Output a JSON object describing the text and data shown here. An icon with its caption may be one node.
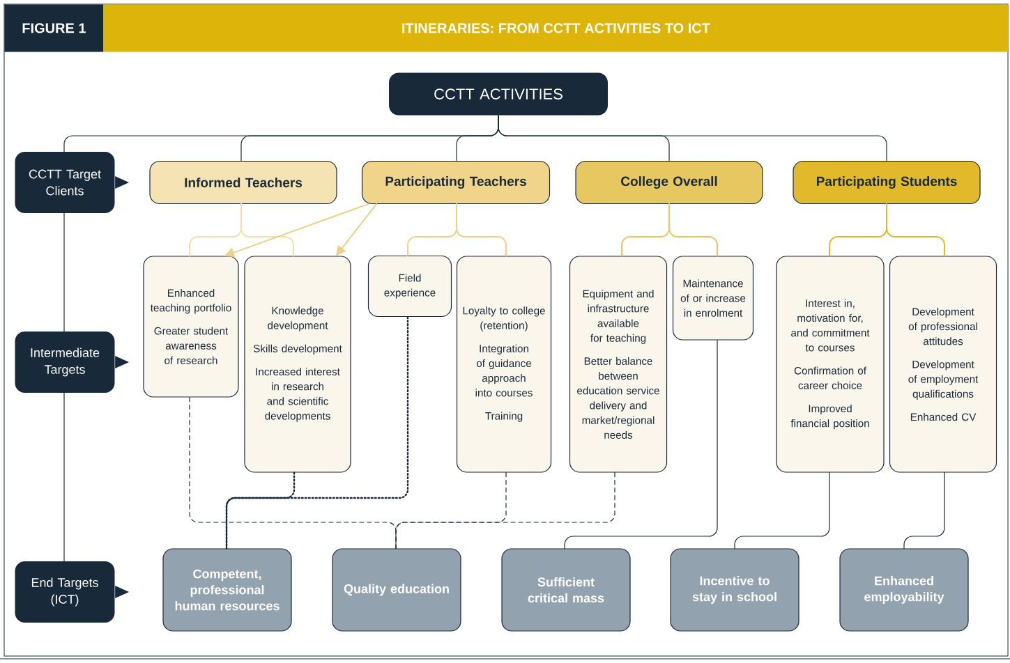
{
  "diagram": {
    "title": "ITINERARIES: FROM CCTT ACTIVITIES TO ICT",
    "nodes": [
      {
        "text": [
          "CCTT ACTIVITIES"
        ]
      },
      {
        "text": [
          "CCTT Target Clients"
        ]
      },
      {
        "text": [
          "Informed Teachers"
        ]
      },
      {
        "text": [
          "Participating Teachers"
        ]
      },
      {
        "text": [
          "College Overall"
        ]
      },
      {
        "text": [
          "Participating Students"
        ]
      },
      {
        "text": [
          "Intermediate Targets"
        ]
      },
      {
        "text": [
          "Enhanced teaching portfolio",
          "Greater student awareness of research"
        ]
      },
      {
        "text": [
          "Knowledge development",
          "Skills development",
          "Increased interest in research and scientific developments"
        ]
      },
      {
        "text": [
          "Field experience"
        ]
      },
      {
        "text": [
          "Loyalty to college (retention)",
          "Integration of guidance approach into courses",
          "Training"
        ]
      },
      {
        "text": [
          "Equipment and infrastructure available for teaching",
          "Better balance between education service delivery and market/regional needs"
        ]
      },
      {
        "text": [
          "Maintenance of or increase in enrolment"
        ]
      },
      {
        "text": [
          "Interest in, motivation for, and commitment to courses",
          "Confirmation of career choice",
          "Improved financial position"
        ]
      },
      {
        "text": [
          "Development of professional attitudes",
          "Development of employment qualifications",
          "Enhanced CV"
        ]
      },
      {
        "text": [
          "End Targets (ICT)"
        ]
      },
      {
        "text": [
          "Competent, professional human resources"
        ]
      },
      {
        "text": [
          "Quality education"
        ]
      },
      {
        "text": [
          "Sufficient critical mass"
        ]
      },
      {
        "text": [
          "Incentive to stay in school"
        ]
      },
      {
        "text": [
          "Enhanced employability"
        ]
      }
    ],
    "edges": [
      {
        "from": 0,
        "to": 1,
        "arrow": "none"
      },
      {
        "from": 0,
        "to": 2,
        "arrow": "none"
      },
      {
        "from": 0,
        "to": 3,
        "arrow": "none"
      },
      {
        "from": 0,
        "to": 4,
        "arrow": "none"
      },
      {
        "from": 0,
        "to": 5,
        "arrow": "none"
      },
      {
        "from": 1,
        "to": 6,
        "arrow": "none"
      },
      {
        "from": 6,
        "to": 15,
        "arrow": "none"
      },
      {
        "from": 2,
        "to": 7,
        "arrow": "none",
        "color": "#f3dfae"
      },
      {
        "from": 2,
        "to": 8,
        "arrow": "none",
        "color": "#f3dfae"
      },
      {
        "from": 3,
        "to": 9,
        "arrow": "none",
        "color": "#ecd087"
      },
      {
        "from": 3,
        "to": 10,
        "arrow": "none",
        "color": "#ecd087"
      },
      {
        "from": 3,
        "to": 7,
        "arrow": "to",
        "color": "#ecd087"
      },
      {
        "from": 3,
        "to": 8,
        "arrow": "to",
        "color": "#ecd087"
      },
      {
        "from": 4,
        "to": 11,
        "arrow": "none",
        "color": "#e8c75e"
      },
      {
        "from": 4,
        "to": 12,
        "arrow": "none",
        "color": "#e8c75e"
      },
      {
        "from": 5,
        "to": 13,
        "arrow": "none",
        "color": "#e2b92c"
      },
      {
        "from": 5,
        "to": 14,
        "arrow": "none",
        "color": "#e2b92c"
      },
      {
        "from": 7,
        "to": 17,
        "arrow": "none",
        "style": "dashed"
      },
      {
        "from": 10,
        "to": 17,
        "arrow": "none",
        "style": "dashed"
      },
      {
        "from": 11,
        "to": 17,
        "arrow": "none",
        "style": "dashed"
      },
      {
        "from": 8,
        "to": 16,
        "arrow": "none",
        "style": "dashed"
      },
      {
        "from": 9,
        "to": 16,
        "arrow": "none",
        "style": "dashed"
      },
      {
        "from": 12,
        "to": 18,
        "arrow": "none"
      },
      {
        "from": 13,
        "to": 19,
        "arrow": "none"
      },
      {
        "from": 14,
        "to": 20,
        "arrow": "none"
      }
    ],
    "labels": [
      "FIGURE 1"
    ]
  }
}
